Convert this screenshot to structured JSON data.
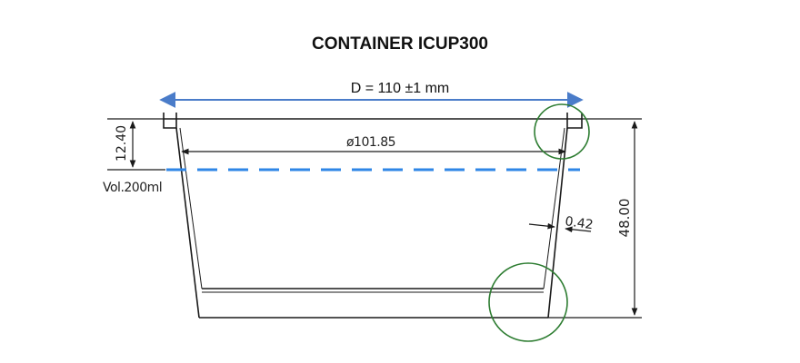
{
  "title": "CONTAINER ICUP300",
  "outer_diameter_label": "D = 110 ±1 mm",
  "inner_diameter_label": "ø101.85",
  "fill_height_label": "12.40",
  "fill_volume_label": "Vol.200ml",
  "height_label": "48.00",
  "wall_thickness_label": "0.42",
  "colors": {
    "outline": "#1a1a1a",
    "diameter_arrow": "#4a7cc9",
    "fill_line": "#2f86e6",
    "highlight_circle": "#2e7d32"
  }
}
